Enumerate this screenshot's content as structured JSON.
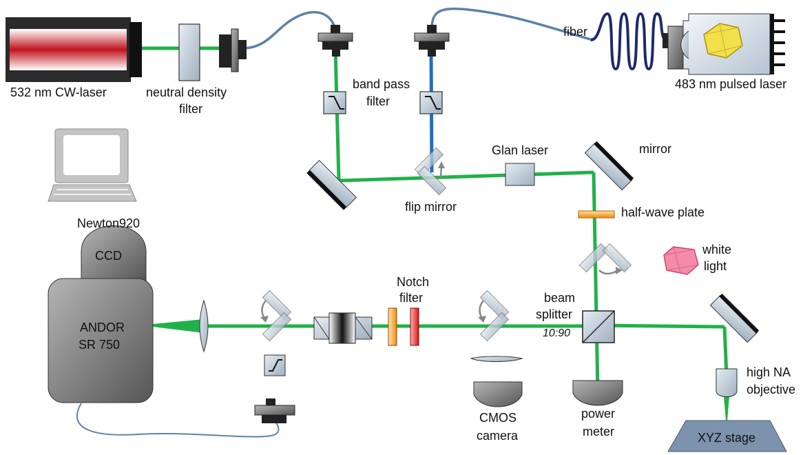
{
  "labels": {
    "cw_laser": "532 nm CW-laser",
    "nd_filter_line1": "neutral density",
    "nd_filter_line2": "filter",
    "fiber": "fiber",
    "pulsed_laser": "483 nm pulsed laser",
    "bandpass_line1": "band pass",
    "bandpass_line2": "filter",
    "glan_laser": "Glan laser",
    "mirror": "mirror",
    "flip_mirror": "flip mirror",
    "half_wave_plate": "half-wave plate",
    "white_light_line1": "white",
    "white_light_line2": "light",
    "newton": "Newton920",
    "ccd": "CCD",
    "spectrometer_line1": "ANDOR",
    "spectrometer_line2": "SR 750",
    "notch_line1": "Notch",
    "notch_line2": "filter",
    "beam_splitter_line1": "beam",
    "beam_splitter_line2": "splitter",
    "split_ratio": "10:90",
    "cmos_line1": "CMOS",
    "cmos_line2": "camera",
    "power_line1": "power",
    "power_line2": "meter",
    "objective_line1": "high NA",
    "objective_line2": "objective",
    "stage": "XYZ stage"
  },
  "colors": {
    "green_beam": "#22b04a",
    "blue_beam": "#1f6fc0",
    "fiber_cable": "#5b82a8",
    "coil_fiber": "#1f2a6b",
    "optic_gray": "#c8d3de",
    "mount_black": "#1a1a1a",
    "crystal_yellow": "#f2e04a",
    "white_light_pink": "#f28ca8",
    "half_wave_orange": "#f5a623",
    "notch_red": "#e83a3a",
    "device_dark_gray": "#6e6e6e"
  },
  "icons": {
    "laser_532": "cw-laser-icon",
    "laser_483": "pulsed-laser-icon",
    "computer": "computer-icon",
    "spectrometer": "spectrometer-icon"
  }
}
